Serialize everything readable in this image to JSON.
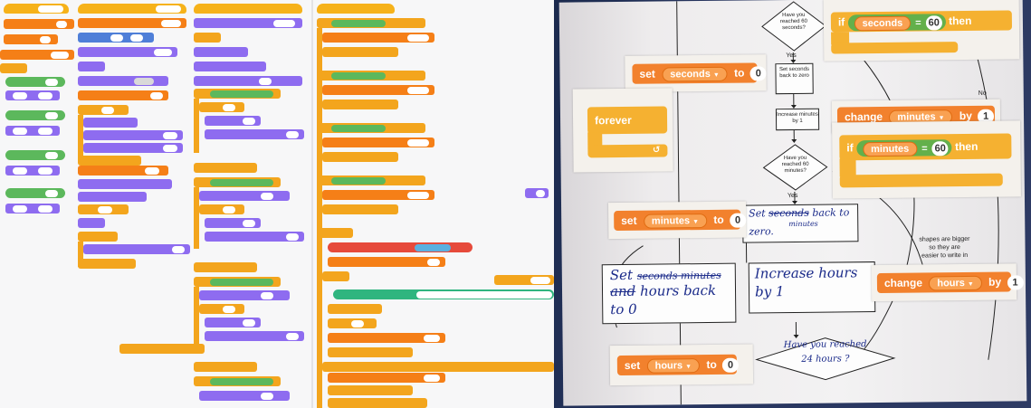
{
  "scratch_panel": {
    "columns_note": "",
    "blocks": []
  },
  "flowchart": {
    "decision_seconds": "Have you reached 60 seconds?",
    "label_yes_1": "Yes",
    "box_set_seconds_zero": "Set seconds back to zero",
    "box_increase_minutes": "Increase minutes by 1",
    "decision_minutes": "Have you reached 60 minutes?",
    "label_yes_2": "Yes",
    "label_no": "No",
    "box_set_minutes_line1": "Set",
    "box_set_minutes_struck": "seconds",
    "box_set_minutes_tail": "back to",
    "box_set_minutes_inserted": "minutes",
    "box_set_minutes_line2": "zero.",
    "box_set_hours_line1_a": "Set",
    "box_set_hours_line1_struck": "seconds minutes",
    "box_set_hours_line2_struck": "and",
    "box_set_hours_line2": "hours back",
    "box_set_hours_line3": "to 0",
    "box_increase_hours_line1": "Increase hours",
    "box_increase_hours_line2": "by 1",
    "decision_hours_line1": "Have you reached",
    "decision_hours_line2": "24 hours ?",
    "note_line1": "shapes are bigger",
    "note_line2": "so they are",
    "note_line3": "easier to write in"
  },
  "scratch_cutouts": {
    "if_seconds": {
      "if": "if",
      "var": "seconds",
      "eq": "=",
      "value": "60",
      "then": "then"
    },
    "set_seconds": {
      "set": "set",
      "var": "seconds",
      "to": "to",
      "value": "0"
    },
    "forever": {
      "label": "forever"
    },
    "change_minutes": {
      "change": "change",
      "var": "minutes",
      "by": "by",
      "value": "1"
    },
    "if_minutes": {
      "if": "if",
      "var": "minutes",
      "eq": "=",
      "value": "60",
      "then": "then"
    },
    "set_minutes": {
      "set": "set",
      "var": "minutes",
      "to": "to",
      "value": "0"
    },
    "change_hours": {
      "change": "change",
      "var": "hours",
      "by": "by",
      "value": "1"
    },
    "set_hours": {
      "set": "set",
      "var": "hours",
      "to": "to",
      "value": "0"
    }
  },
  "colors": {
    "data_orange": "#f2812d",
    "control_yellow": "#f5b131",
    "operator_green": "#63b04b",
    "looks_purple": "#8e6cf0",
    "pen_blue": "#1b2b8a"
  }
}
